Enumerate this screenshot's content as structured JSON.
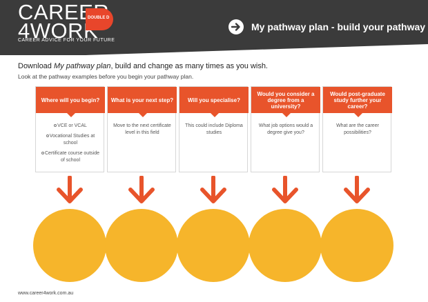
{
  "brand": {
    "logo_line1": "CAREER",
    "logo_line2": "4WORK",
    "badge": "DOUBLE D",
    "tagline": "CAREER ADVICE FOR YOUR FUTURE"
  },
  "header": {
    "title": "My pathway plan - build your pathway"
  },
  "intro": {
    "line1_prefix": "Download ",
    "line1_emphasis": "My pathway plan",
    "line1_suffix": ", build and change as many times as you wish.",
    "line2": "Look at the pathway examples before you begin your pathway plan."
  },
  "steps": [
    {
      "heading": "Where will you begin?",
      "options": [
        "VCE or VCAL",
        "Vocational Studies at school",
        "Certificate course outside of school"
      ]
    },
    {
      "heading": "What is your next step?",
      "text": "Move to the next certificate level in this field"
    },
    {
      "heading": "Will you specialise?",
      "text": "This could include Diploma studies"
    },
    {
      "heading": "Would you consider a degree from a university?",
      "text": "What job options would a degree give you?"
    },
    {
      "heading": "Would post-graduate study further your career?",
      "text": "What are the career possibilities?"
    }
  ],
  "footer": {
    "url": "www.career4work.com.au"
  },
  "colors": {
    "header_bg": "#3b3b3b",
    "accent_orange": "#e8542b",
    "circle_yellow": "#f6b52b"
  }
}
